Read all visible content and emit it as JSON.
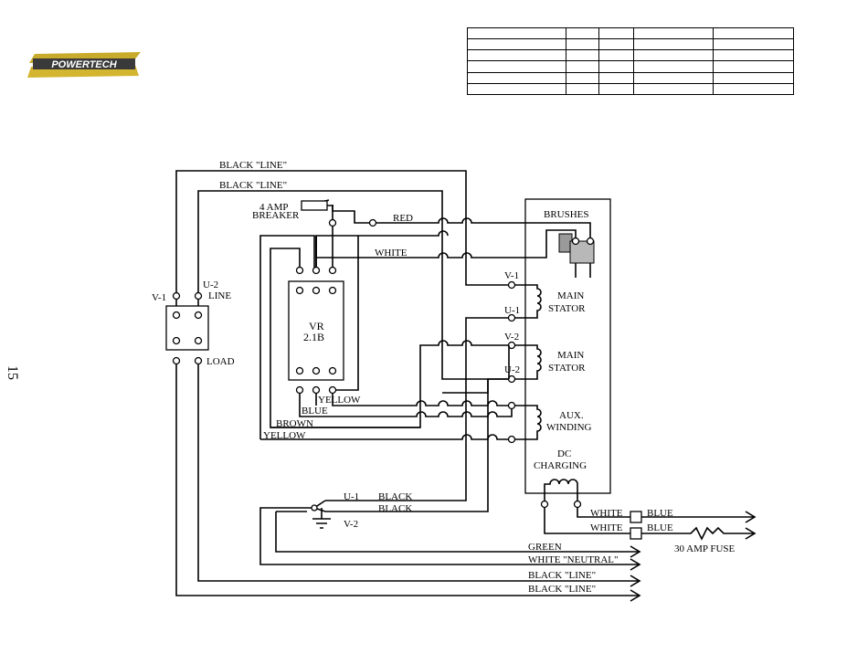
{
  "logo": {
    "brand": "POWERTECH"
  },
  "page_number": "15",
  "info_table": {
    "rows": 6,
    "cols": 5
  },
  "labels": {
    "top_line_1": "BLACK \"LINE\"",
    "top_line_2": "BLACK \"LINE\"",
    "breaker_1": "4 AMP",
    "breaker_2": "BREAKER",
    "red": "RED",
    "white": "WHITE",
    "brushes": "BRUSHES",
    "v1_left": "V-1",
    "u2_left": "U-2",
    "line": "LINE",
    "load": "LOAD",
    "vr_1": "VR",
    "vr_2": "2.1B",
    "yellow_1": "YELLOW",
    "blue": "BLUE",
    "brown": "BROWN",
    "yellow_2": "YELLOW",
    "stator_v1": "V-1",
    "stator_u1": "U-1",
    "stator_v2": "V-2",
    "stator_u2": "U-2",
    "main_stator_1a": "MAIN",
    "main_stator_1b": "STATOR",
    "main_stator_2a": "MAIN",
    "main_stator_2b": "STATOR",
    "aux_1": "AUX.",
    "aux_2": "WINDING",
    "dc_1": "DC",
    "dc_2": "CHARGING",
    "u1_bottom": "U-1",
    "v2_bottom": "V-2",
    "black_1": "BLACK",
    "black_2": "BLACK",
    "white_out_1": "WHITE",
    "blue_out_1": "BLUE",
    "white_out_2": "WHITE",
    "blue_out_2": "BLUE",
    "fuse": "30 AMP FUSE",
    "out_green": "GREEN",
    "out_neutral": "WHITE \"NEUTRAL\"",
    "out_line_1": "BLACK \"LINE\"",
    "out_line_2": "BLACK \"LINE\""
  }
}
